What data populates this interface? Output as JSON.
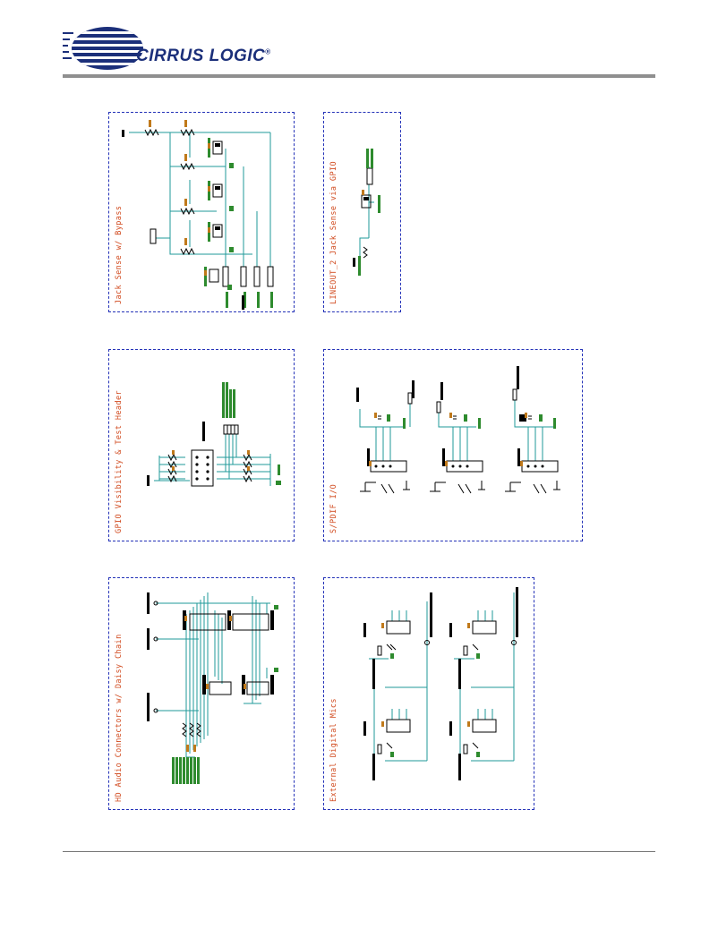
{
  "header": {
    "logo_text": "CIRRUS LOGIC",
    "logo_mark": "®"
  },
  "panels": {
    "jack_sense": {
      "title": "Jack Sense w/ Bypass"
    },
    "lineout_sense": {
      "title": "LINEOUT_2 Jack Sense via GPIO"
    },
    "gpio_header": {
      "title": "GPIO Visibility & Test Header"
    },
    "spdif": {
      "title": "S/PDIF I/O"
    },
    "hd_audio": {
      "title": "HD Audio Connectors w/ Daisy Chain"
    },
    "digital_mics": {
      "title": "External Digital Mics"
    }
  },
  "colors": {
    "wire": "#1f9a9a",
    "component": "#000000",
    "label": "#2e8b2e",
    "refdes": "#c0791a",
    "border": "#2432b8",
    "title": "#d14a1e",
    "logo": "#1b2f7a"
  }
}
